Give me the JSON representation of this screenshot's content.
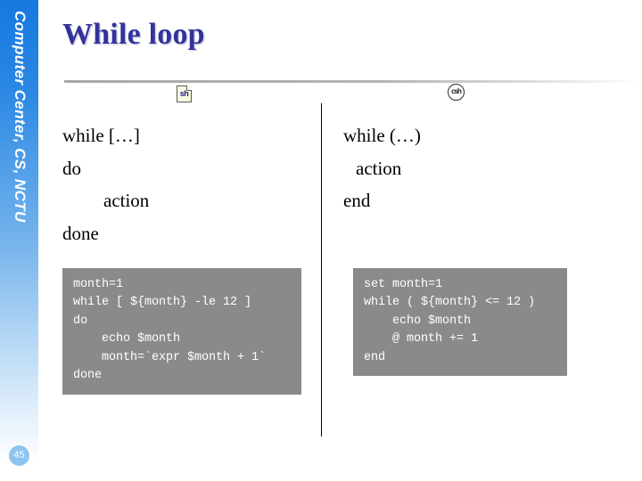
{
  "sidebar": {
    "brand": "Computer Center, CS, NCTU",
    "page_number": "45",
    "gradient_top_color": "#1678de",
    "badge_color": "#8dc4ef"
  },
  "slide": {
    "title": "While loop",
    "title_color": "#333399"
  },
  "columns": {
    "left": {
      "icon_label": "sh",
      "icon_name": "sh-script-file-icon",
      "pseudocode": [
        {
          "indent": 0,
          "text": "while […]"
        },
        {
          "indent": 0,
          "text": "do"
        },
        {
          "indent": 1,
          "text": "action"
        },
        {
          "indent": 0,
          "text": "done"
        }
      ],
      "code": "month=1\nwhile [ ${month} -le 12 ]\ndo\n    echo $month\n    month=`expr $month + 1`\ndone"
    },
    "right": {
      "icon_label": "csh",
      "icon_name": "csh-shell-icon",
      "pseudocode": [
        {
          "indent": 0,
          "text": "while (…)"
        },
        {
          "indent": 2,
          "text": "action"
        },
        {
          "indent": 0,
          "text": "end"
        }
      ],
      "code": "set month=1\nwhile ( ${month} <= 12 )\n    echo $month\n    @ month += 1\nend"
    }
  },
  "code_block_color": "#8a8a8a"
}
